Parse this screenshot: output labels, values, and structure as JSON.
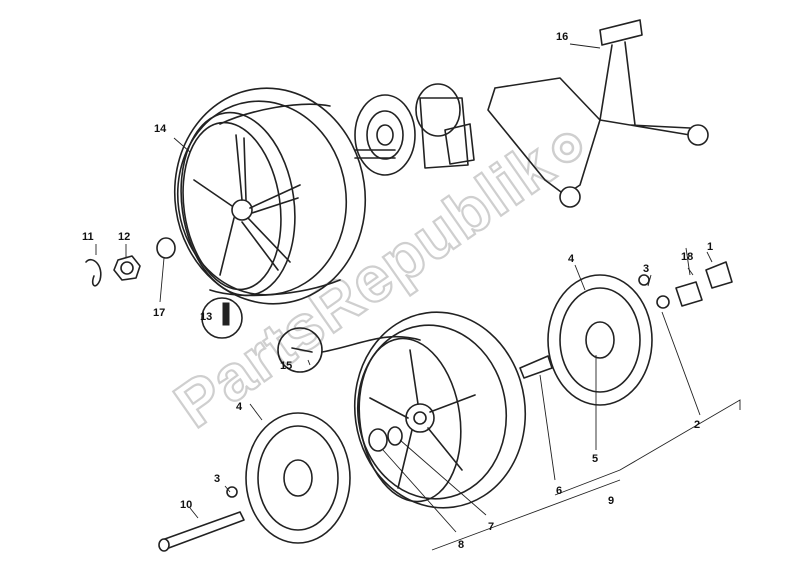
{
  "watermark": {
    "text": "PartsRepublik"
  },
  "callouts": {
    "c1": "1",
    "c2": "2",
    "c3a": "3",
    "c3b": "3",
    "c4a": "4",
    "c4b": "4",
    "c5": "5",
    "c6": "6",
    "c7": "7",
    "c8": "8",
    "c9": "9",
    "c10": "10",
    "c11": "11",
    "c12": "12",
    "c13": "13",
    "c14": "14",
    "c15": "15",
    "c16": "16",
    "c17": "17",
    "c18": "18"
  }
}
